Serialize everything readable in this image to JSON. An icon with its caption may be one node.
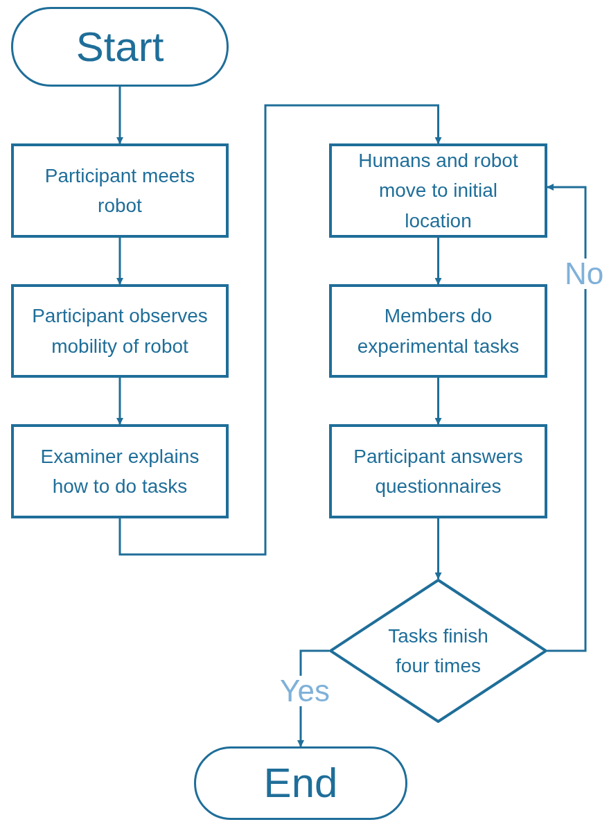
{
  "diagram": {
    "nodes": [
      {
        "text": [
          "Start"
        ]
      },
      {
        "text": [
          "Participant meets robot"
        ]
      },
      {
        "text": [
          "Participant observes mobility of robot"
        ]
      },
      {
        "text": [
          "Examiner explains how to do tasks"
        ]
      },
      {
        "text": [
          "Humans and robot move to initial location"
        ]
      },
      {
        "text": [
          "Members do experimental tasks"
        ]
      },
      {
        "text": [
          "Participant answers questionnaires"
        ]
      },
      {
        "text": [
          "Tasks finish four times"
        ]
      },
      {
        "text": [
          "End"
        ]
      }
    ],
    "edges": [
      {
        "from": 0,
        "to": 1,
        "arrow": "to"
      },
      {
        "from": 1,
        "to": 2,
        "arrow": "to"
      },
      {
        "from": 2,
        "to": 3,
        "arrow": "to"
      },
      {
        "from": 3,
        "to": 4,
        "arrow": "to"
      },
      {
        "from": 4,
        "to": 5,
        "arrow": "to"
      },
      {
        "from": 5,
        "to": 6,
        "arrow": "to"
      },
      {
        "from": 6,
        "to": 7,
        "arrow": "to"
      },
      {
        "from": 7,
        "to": 4,
        "arrow": "to",
        "label": "No"
      },
      {
        "from": 7,
        "to": 8,
        "arrow": "to",
        "label": "Yes"
      }
    ]
  }
}
